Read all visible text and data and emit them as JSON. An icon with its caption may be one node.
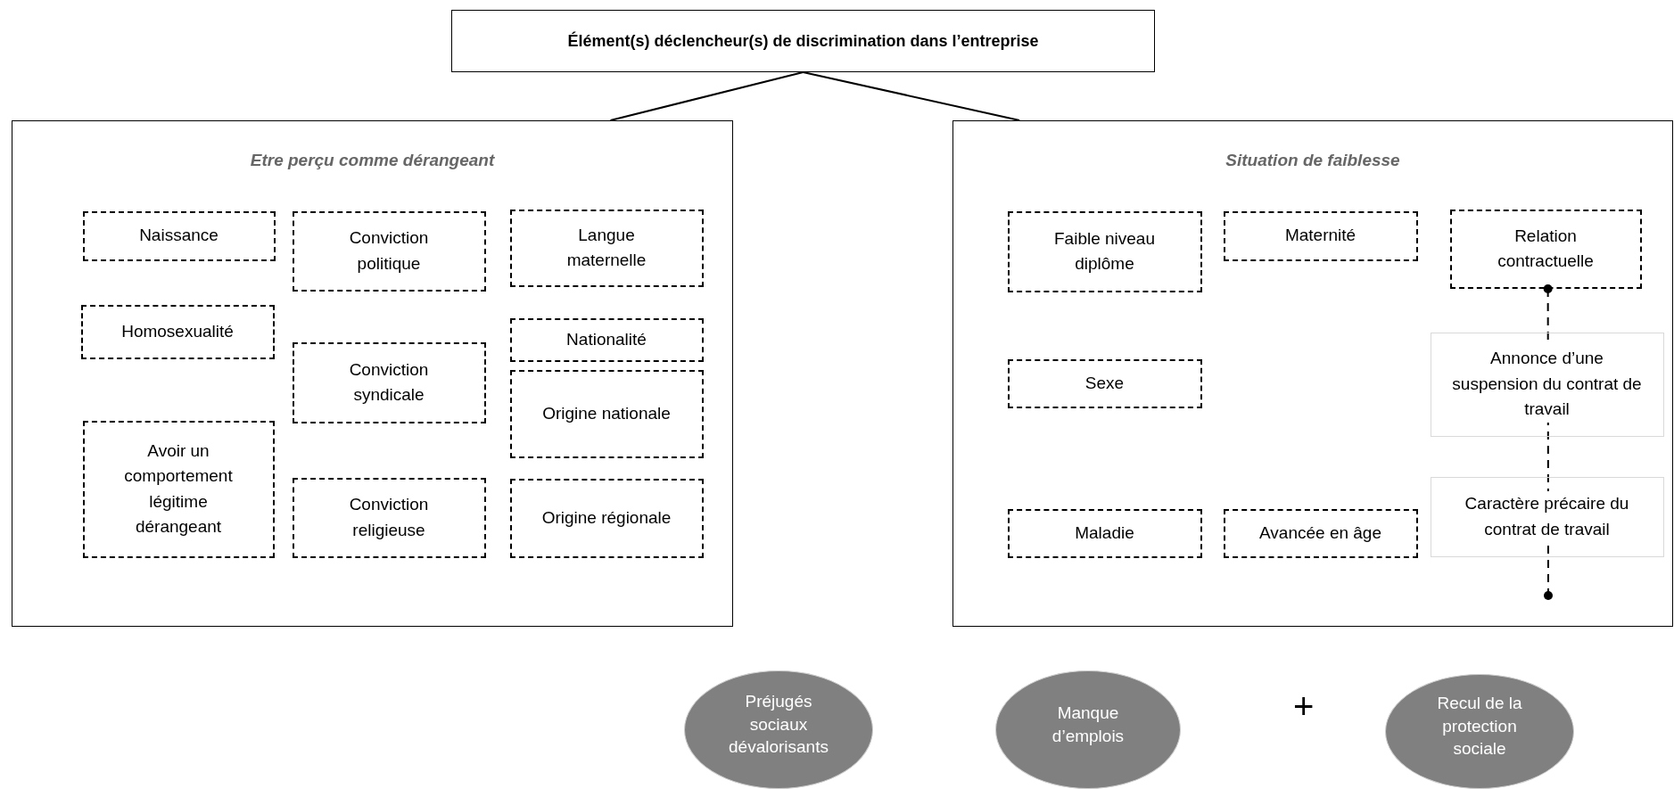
{
  "diagram": {
    "nodes": [
      {
        "text": [
          "Élément(s) déclencheur(s) de discrimination dans l’entreprise"
        ]
      },
      {
        "text": [
          "Etre perçu comme dérangeant"
        ]
      },
      {
        "text": [
          "Naissance"
        ],
        "in": 1
      },
      {
        "text": [
          "Conviction politique"
        ],
        "in": 1
      },
      {
        "text": [
          "Langue maternelle"
        ],
        "in": 1
      },
      {
        "text": [
          "Homosexualité"
        ],
        "in": 1
      },
      {
        "text": [
          "Nationalité"
        ],
        "in": 1
      },
      {
        "text": [
          "Conviction syndicale"
        ],
        "in": 1
      },
      {
        "text": [
          "Origine nationale"
        ],
        "in": 1
      },
      {
        "text": [
          "Avoir un comportement légitime dérangeant"
        ],
        "in": 1
      },
      {
        "text": [
          "Conviction religieuse"
        ],
        "in": 1
      },
      {
        "text": [
          "Origine régionale"
        ],
        "in": 1
      },
      {
        "text": [
          "Situation de faiblesse"
        ]
      },
      {
        "text": [
          "Faible niveau diplôme"
        ],
        "in": 12
      },
      {
        "text": [
          "Maternité"
        ],
        "in": 12
      },
      {
        "text": [
          "Relation contractuelle"
        ],
        "in": 12
      },
      {
        "text": [
          "Sexe"
        ],
        "in": 12
      },
      {
        "text": [
          "Annonce d’une suspension du contrat de travail"
        ],
        "in": 12
      },
      {
        "text": [
          "Maladie"
        ],
        "in": 12
      },
      {
        "text": [
          "Avancée en âge"
        ],
        "in": 12
      },
      {
        "text": [
          "Caractère précaire du contrat de travail"
        ],
        "in": 12
      },
      {
        "text": [
          "Préjugés sociaux dévalorisants"
        ]
      },
      {
        "text": [
          "Manque d’emplois"
        ]
      },
      {
        "text": [
          "Recul de la protection sociale"
        ]
      }
    ],
    "edges": [
      {
        "from": 0,
        "to": 1,
        "arrow": "none"
      },
      {
        "from": 0,
        "to": 12,
        "arrow": "none"
      },
      {
        "from": 15,
        "to": null,
        "arrow": "other",
        "style": "dashed"
      }
    ],
    "labels": [
      "+"
    ]
  }
}
